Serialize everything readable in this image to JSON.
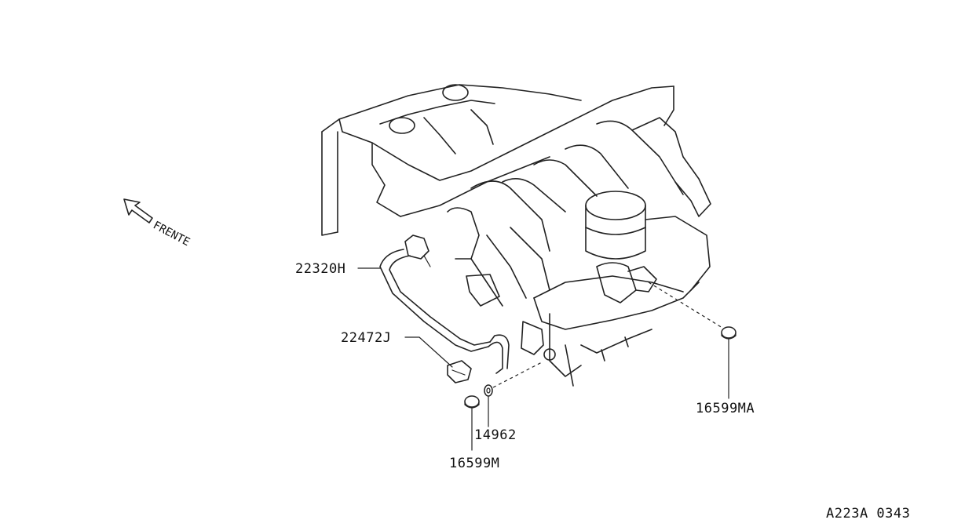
{
  "direction_label": "FRENTE",
  "callouts": [
    {
      "id": "hose",
      "text": "22320H"
    },
    {
      "id": "clamp",
      "text": "22472J"
    },
    {
      "id": "washer",
      "text": "14962"
    },
    {
      "id": "plug-left",
      "text": "16599M"
    },
    {
      "id": "plug-right",
      "text": "16599MA"
    }
  ],
  "drawing_code": "A223A 0343"
}
